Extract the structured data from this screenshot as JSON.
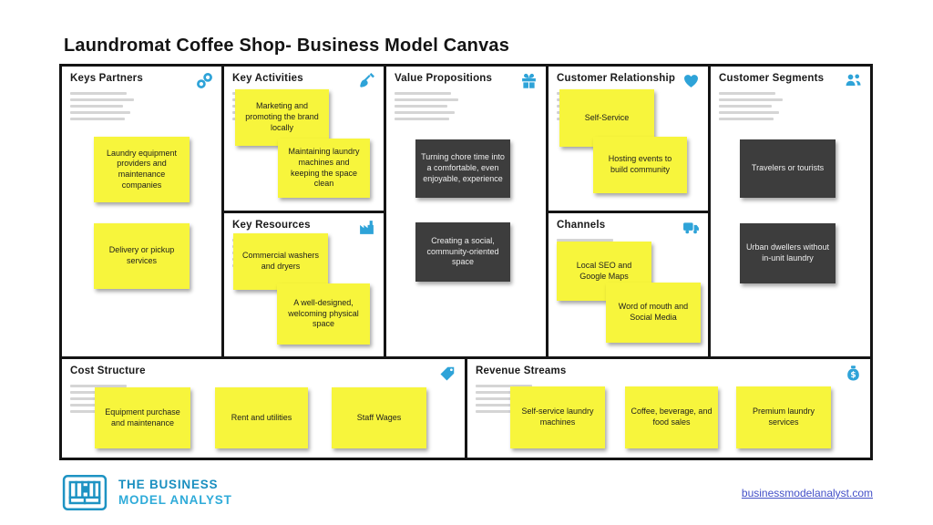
{
  "title": "Laundromat Coffee Shop- Business Model Canvas",
  "colors": {
    "note_yellow": "#f7f53c",
    "note_dark": "#3d3d3d",
    "icon_blue": "#2ea3d8",
    "grid_line": "#141414",
    "logo_blue_dark": "#1a8fc0",
    "logo_blue_light": "#2fabd9",
    "link_blue": "#4450c8"
  },
  "sections": {
    "key_partners": {
      "title": "Keys Partners",
      "icon": "chain-link-icon",
      "notes": [
        "Laundry equipment providers and maintenance companies",
        "Delivery or pickup services"
      ]
    },
    "key_activities": {
      "title": "Key Activities",
      "icon": "shovel-icon",
      "notes": [
        "Marketing and promoting the brand locally",
        "Maintaining laundry machines and keeping the space clean"
      ]
    },
    "key_resources": {
      "title": "Key Resources",
      "icon": "factory-icon",
      "notes": [
        "Commercial washers and dryers",
        "A well-designed, welcoming physical space"
      ]
    },
    "value_propositions": {
      "title": "Value Propositions",
      "icon": "gift-icon",
      "notes": [
        "Turning chore time into a comfortable, even enjoyable, experience",
        "Creating a social, community-oriented space"
      ]
    },
    "customer_relationship": {
      "title": "Customer Relationship",
      "icon": "heart-icon",
      "notes": [
        "Self-Service",
        "Hosting events to build community"
      ]
    },
    "channels": {
      "title": "Channels",
      "icon": "truck-icon",
      "notes": [
        "Local SEO and Google Maps",
        "Word of mouth and Social Media"
      ]
    },
    "customer_segments": {
      "title": "Customer Segments",
      "icon": "people-icon",
      "notes": [
        "Travelers or tourists",
        "Urban dwellers without in-unit laundry"
      ]
    },
    "cost_structure": {
      "title": "Cost Structure",
      "icon": "price-tag-icon",
      "notes": [
        "Equipment purchase and maintenance",
        "Rent and utilities",
        "Staff Wages"
      ]
    },
    "revenue_streams": {
      "title": "Revenue Streams",
      "icon": "money-bag-icon",
      "notes": [
        "Self-service laundry machines",
        "Coffee, beverage, and food sales",
        "Premium laundry services"
      ]
    }
  },
  "footer": {
    "logo_line1": "THE BUSINESS",
    "logo_line2": "MODEL ANALYST",
    "website": "businessmodelanalyst.com"
  }
}
